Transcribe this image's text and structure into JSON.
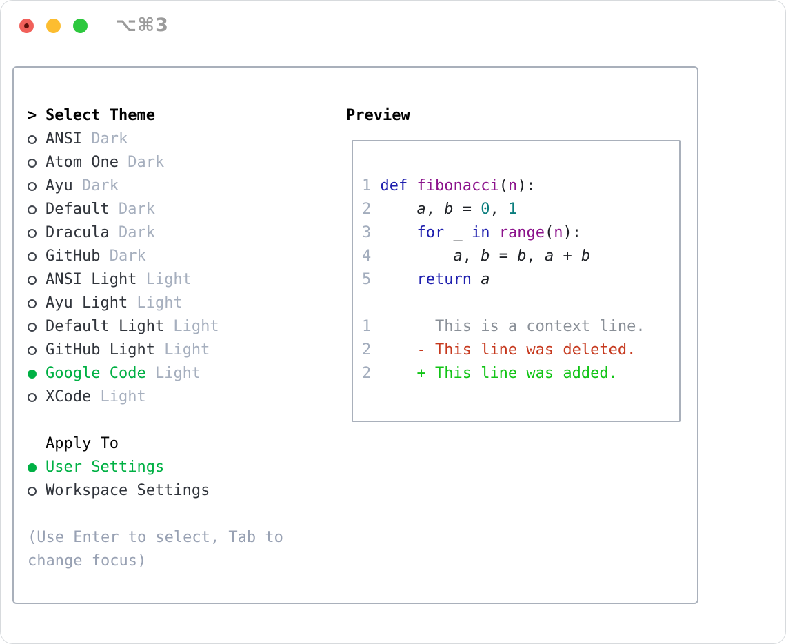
{
  "window": {
    "title": "⌥⌘3",
    "traffic_lights": [
      "close",
      "minimize",
      "zoom"
    ]
  },
  "theme_list": {
    "prompt": ">",
    "header": "Select Theme",
    "items": [
      {
        "name": "ANSI",
        "variant": "Dark",
        "selected": false
      },
      {
        "name": "Atom One",
        "variant": "Dark",
        "selected": false
      },
      {
        "name": "Ayu",
        "variant": "Dark",
        "selected": false
      },
      {
        "name": "Default",
        "variant": "Dark",
        "selected": false
      },
      {
        "name": "Dracula",
        "variant": "Dark",
        "selected": false
      },
      {
        "name": "GitHub",
        "variant": "Dark",
        "selected": false
      },
      {
        "name": "ANSI Light",
        "variant": "Light",
        "selected": false
      },
      {
        "name": "Ayu Light",
        "variant": "Light",
        "selected": false
      },
      {
        "name": "Default Light",
        "variant": "Light",
        "selected": false
      },
      {
        "name": "GitHub Light",
        "variant": "Light",
        "selected": false
      },
      {
        "name": "Google Code",
        "variant": "Light",
        "selected": true
      },
      {
        "name": "XCode",
        "variant": "Light",
        "selected": false
      }
    ]
  },
  "apply_to": {
    "label": "Apply To",
    "options": [
      {
        "name": "User Settings",
        "selected": true
      },
      {
        "name": "Workspace Settings",
        "selected": false
      }
    ]
  },
  "hint": {
    "line1": "(Use Enter to select, Tab to",
    "line2": "change focus)"
  },
  "preview": {
    "label": "Preview",
    "lines": [
      {
        "num": "1",
        "tokens": [
          [
            "keyword",
            "def"
          ],
          [
            "plain",
            " "
          ],
          [
            "function",
            "fibonacci"
          ],
          [
            "plain",
            "("
          ],
          [
            "function",
            "n"
          ],
          [
            "plain",
            "):"
          ]
        ]
      },
      {
        "num": "2",
        "tokens": [
          [
            "plain",
            "    "
          ],
          [
            "variable",
            "a"
          ],
          [
            "plain",
            ", "
          ],
          [
            "variable",
            "b"
          ],
          [
            "plain",
            " = "
          ],
          [
            "literal",
            "0"
          ],
          [
            "plain",
            ", "
          ],
          [
            "literal",
            "1"
          ]
        ]
      },
      {
        "num": "3",
        "tokens": [
          [
            "plain",
            "    "
          ],
          [
            "keyword",
            "for"
          ],
          [
            "plain",
            " _ "
          ],
          [
            "keyword",
            "in"
          ],
          [
            "plain",
            " "
          ],
          [
            "function",
            "range"
          ],
          [
            "plain",
            "("
          ],
          [
            "function",
            "n"
          ],
          [
            "plain",
            "):"
          ]
        ]
      },
      {
        "num": "4",
        "tokens": [
          [
            "plain",
            "        "
          ],
          [
            "variable",
            "a"
          ],
          [
            "plain",
            ", "
          ],
          [
            "variable",
            "b"
          ],
          [
            "plain",
            " = "
          ],
          [
            "variable",
            "b"
          ],
          [
            "plain",
            ", "
          ],
          [
            "variable",
            "a"
          ],
          [
            "plain",
            " + "
          ],
          [
            "variable",
            "b"
          ]
        ]
      },
      {
        "num": "5",
        "tokens": [
          [
            "plain",
            "    "
          ],
          [
            "keyword",
            "return"
          ],
          [
            "plain",
            " "
          ],
          [
            "variable",
            "a"
          ]
        ]
      },
      {
        "num": "",
        "tokens": []
      },
      {
        "num": "1",
        "tokens": [
          [
            "context",
            "      This is a context line."
          ]
        ]
      },
      {
        "num": "2",
        "tokens": [
          [
            "deleted",
            "    - This line was deleted."
          ]
        ]
      },
      {
        "num": "2",
        "tokens": [
          [
            "added",
            "    + This line was added."
          ]
        ]
      }
    ]
  },
  "colors": {
    "accent_green": "#00b044",
    "added_green": "#12c416",
    "deleted_red": "#c6391e",
    "keyword_blue": "#1e1fae",
    "function_purple": "#8c138c",
    "literal_teal": "#0a7d7d",
    "variant_gray": "#a6afbe",
    "line_number_gray": "#a3adbd",
    "context_gray": "#8a9098",
    "hint_gray": "#98a1b3",
    "text_dark": "#31353c",
    "border_gray": "#a9b0bb",
    "title_gray": "#9b9b9b",
    "traffic_red": "#f1605a",
    "traffic_yellow": "#fcbd30",
    "traffic_green": "#2dc83e"
  }
}
